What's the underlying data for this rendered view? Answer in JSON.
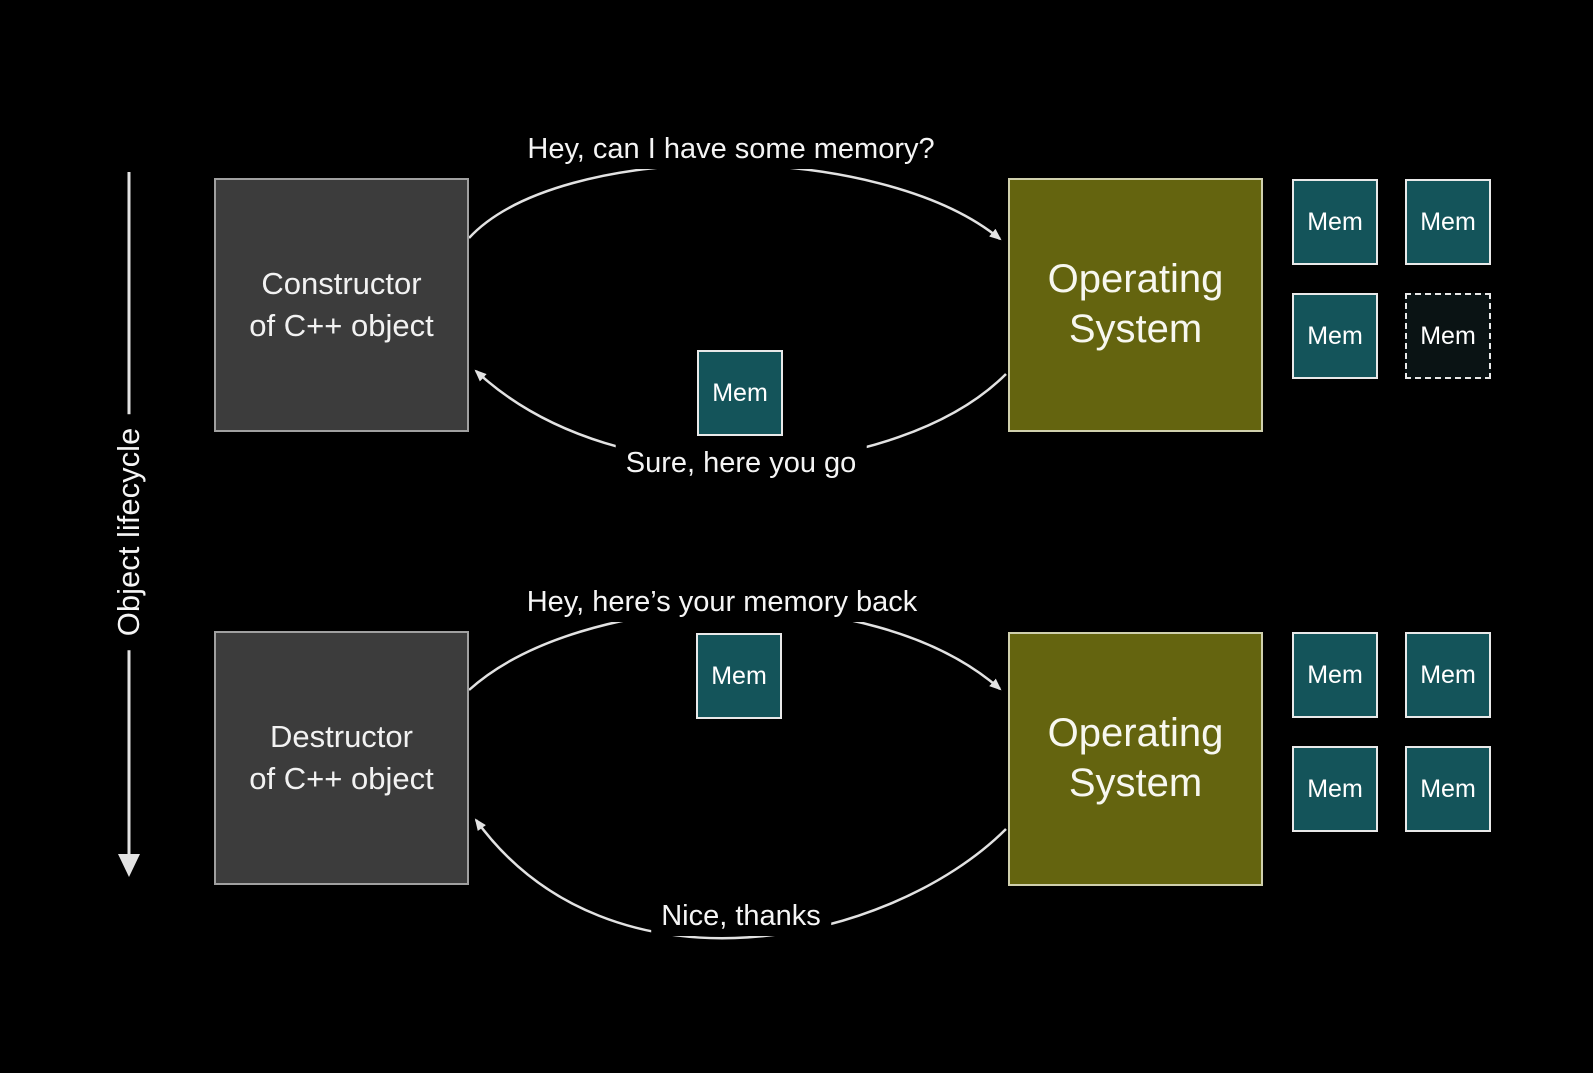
{
  "lifecycle_axis": {
    "label": "Object lifecycle"
  },
  "sections": {
    "allocation": {
      "actor_label": "Constructor\nof C++ object",
      "os_label": "Operating\nSystem",
      "request_text": "Hey, can I have some memory?",
      "response_text": "Sure, here you go",
      "transfer_mem_label": "Mem",
      "os_mem_slots": [
        {
          "label": "Mem",
          "state": "solid"
        },
        {
          "label": "Mem",
          "state": "solid"
        },
        {
          "label": "Mem",
          "state": "solid"
        },
        {
          "label": "Mem",
          "state": "freed"
        }
      ]
    },
    "deallocation": {
      "actor_label": "Destructor\nof C++ object",
      "os_label": "Operating\nSystem",
      "request_text": "Hey, here’s your memory back",
      "response_text": "Nice, thanks",
      "transfer_mem_label": "Mem",
      "os_mem_slots": [
        {
          "label": "Mem",
          "state": "solid"
        },
        {
          "label": "Mem",
          "state": "solid"
        },
        {
          "label": "Mem",
          "state": "solid"
        },
        {
          "label": "Mem",
          "state": "solid"
        }
      ]
    }
  },
  "colors": {
    "background": "#000000",
    "actor_box_fill": "#3c3c3c",
    "actor_box_border": "#a0a0a0",
    "os_box_fill": "#64640f",
    "os_box_border": "#d0d0ad",
    "mem_fill": "#14545a",
    "mem_border": "#e9e9e9",
    "mem_freed_fill": "#0a1314",
    "arrow_stroke": "#e2e2e2",
    "text": "#f5f5f5"
  }
}
